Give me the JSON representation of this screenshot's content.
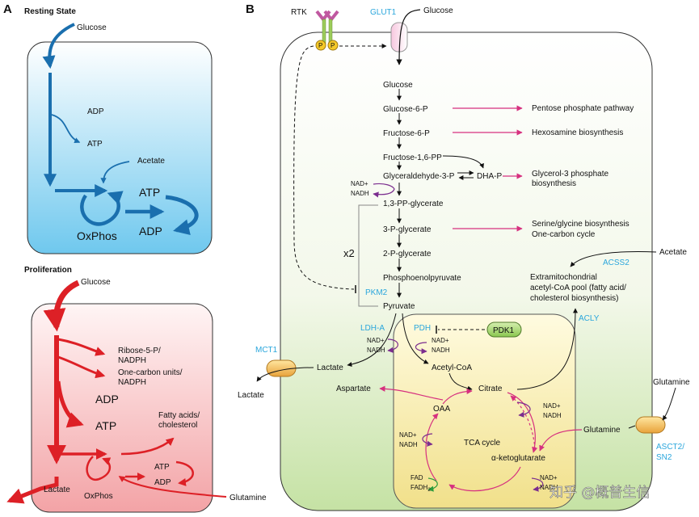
{
  "colors": {
    "blue_arrow": "#1a6fae",
    "red_arrow": "#dd2026",
    "magenta": "#d6307f",
    "purple": "#7b2d8e",
    "enzyme_blue": "#2aa6dc",
    "green": "#2c9b3c"
  },
  "panel_a": {
    "label": "A",
    "resting": {
      "title": "Resting State",
      "glucose": "Glucose",
      "adp": "ADP",
      "atp": "ATP",
      "acetate": "Acetate",
      "atp_big": "ATP",
      "adp_big": "ADP",
      "oxphos": "OxPhos"
    },
    "proliferation": {
      "title": "Proliferation",
      "glucose": "Glucose",
      "ribose": "Ribose-5-P/",
      "ribose2": "NADPH",
      "onecarbon": "One-carbon units/",
      "onecarbon2": "NADPH",
      "adp_big": "ADP",
      "atp_big": "ATP",
      "fatty": "Fatty acids/",
      "fatty2": "cholesterol",
      "atp_small": "ATP",
      "adp_small": "ADP",
      "lactate": "Lactate",
      "oxphos": "OxPhos",
      "glutamine": "Glutamine"
    }
  },
  "panel_b": {
    "label": "B",
    "rtk": "RTK",
    "p1": "P",
    "p2": "P",
    "glut1": "GLUT1",
    "glucose_out": "Glucose",
    "glycolysis": [
      "Glucose",
      "Glucose-6-P",
      "Fructose-6-P",
      "Fructose-1,6-PP",
      "Glyceraldehyde-3-P",
      "1,3-PP-glycerate",
      "3-P-glycerate",
      "2-P-glycerate",
      "Phosphoenolpyruvate",
      "Pyruvate"
    ],
    "dhap": "DHA-P",
    "nad_plus": "NAD+",
    "nadh": "NADH",
    "x2": "x2",
    "pkm2": "PKM2",
    "side": {
      "ppp": "Pentose phosphate pathway",
      "hexosamine": "Hexosamine biosynthesis",
      "glycerol1": "Glycerol-3 phosphate",
      "glycerol2": "biosynthesis",
      "serine1": "Serine/glycine biosynthesis",
      "serine2": "One-carbon cycle"
    },
    "acetate": "Acetate",
    "acss2": "ACSS2",
    "extra1": "Extramitochondrial",
    "extra2": "acetyl-CoA pool (fatty acid/",
    "extra3": "cholesterol biosynthesis)",
    "acly": "ACLY",
    "ldha": "LDH-A",
    "pdh": "PDH",
    "pdk1": "PDK1",
    "mct1": "MCT1",
    "lactate_in": "Lactate",
    "lactate_out": "Lactate",
    "acetylcoa": "Acetyl-CoA",
    "aspartate": "Aspartate",
    "oaa": "OAA",
    "citrate": "Citrate",
    "tca": "TCA cycle",
    "akg": "α-ketoglutarate",
    "glutamine_in": "Glutamine",
    "glutamine_out": "Glutamine",
    "asct2a": "ASCT2/",
    "asct2b": "SN2",
    "fad": "FAD",
    "fadh2": "FADH",
    "fadh2_sub": "2",
    "watermark": "知乎 @概普生信"
  }
}
